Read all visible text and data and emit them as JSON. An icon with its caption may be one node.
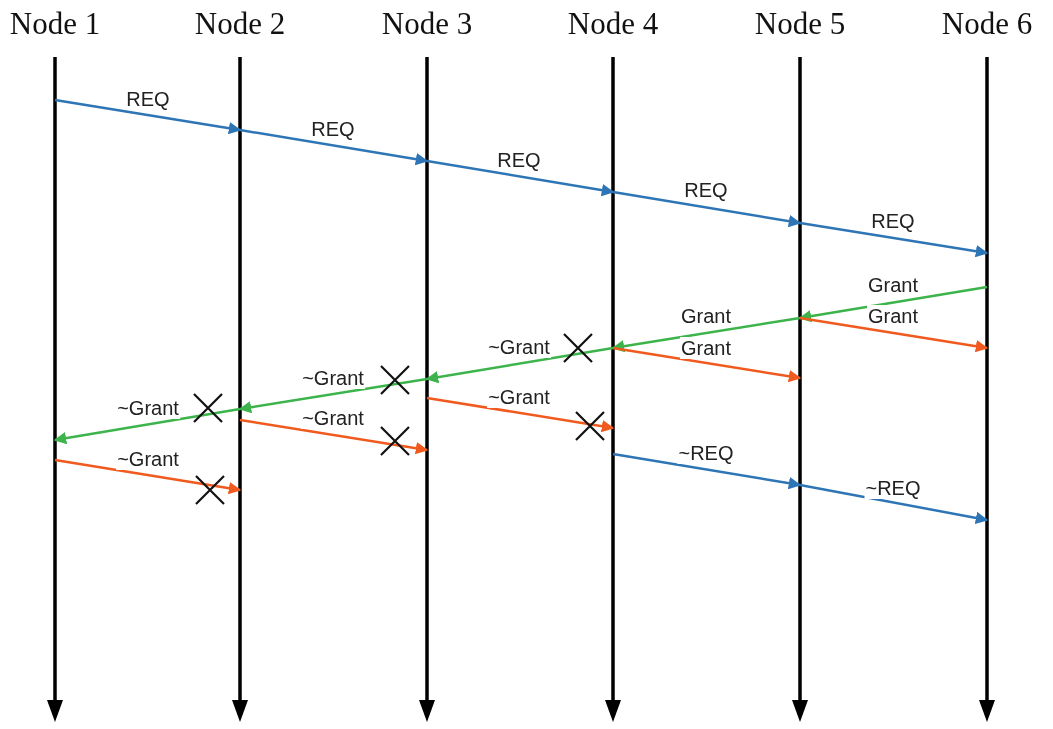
{
  "diagram": {
    "nodes": [
      {
        "text": [
          "Node 1"
        ]
      },
      {
        "text": [
          "Node 2"
        ]
      },
      {
        "text": [
          "Node 3"
        ]
      },
      {
        "text": [
          "Node 4"
        ]
      },
      {
        "text": [
          "Node 5"
        ]
      },
      {
        "text": [
          "Node 6"
        ]
      }
    ],
    "edges": [
      {
        "from": 0,
        "to": 1,
        "arrow": "to",
        "label": "REQ"
      },
      {
        "from": 1,
        "to": 2,
        "arrow": "to",
        "label": "REQ"
      },
      {
        "from": 2,
        "to": 3,
        "arrow": "to",
        "label": "REQ"
      },
      {
        "from": 3,
        "to": 4,
        "arrow": "to",
        "label": "REQ"
      },
      {
        "from": 4,
        "to": 5,
        "arrow": "to",
        "label": "REQ"
      },
      {
        "from": 5,
        "to": 4,
        "arrow": "to",
        "label": "Grant",
        "color": "#3cb44b"
      },
      {
        "from": 4,
        "to": 5,
        "arrow": "to",
        "label": "Grant",
        "color": "#f05a1e"
      },
      {
        "from": 4,
        "to": 3,
        "arrow": "to",
        "label": "Grant",
        "color": "#3cb44b"
      },
      {
        "from": 3,
        "to": 4,
        "arrow": "to",
        "label": "Grant",
        "color": "#f05a1e"
      },
      {
        "from": 3,
        "to": 2,
        "arrow": "to",
        "label": "~Grant",
        "color": "#3cb44b"
      },
      {
        "from": 2,
        "to": 3,
        "arrow": "to",
        "label": "~Grant",
        "color": "#f05a1e"
      },
      {
        "from": 2,
        "to": 1,
        "arrow": "to",
        "label": "~Grant",
        "color": "#3cb44b"
      },
      {
        "from": 1,
        "to": 2,
        "arrow": "to",
        "label": "~Grant",
        "color": "#f05a1e"
      },
      {
        "from": 1,
        "to": 0,
        "arrow": "to",
        "label": "~Grant",
        "color": "#3cb44b"
      },
      {
        "from": 0,
        "to": 1,
        "arrow": "to",
        "label": "~Grant",
        "color": "#f05a1e"
      },
      {
        "from": 3,
        "to": 4,
        "arrow": "to",
        "label": "~REQ"
      },
      {
        "from": 4,
        "to": 5,
        "arrow": "to",
        "label": "~REQ"
      }
    ]
  }
}
